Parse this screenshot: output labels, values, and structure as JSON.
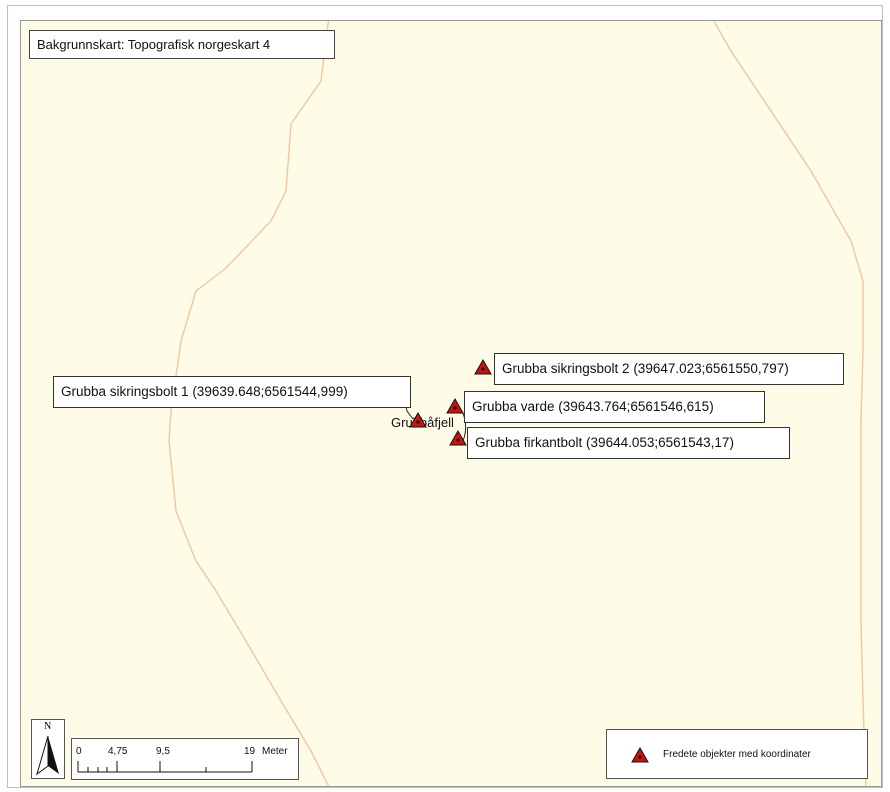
{
  "map": {
    "basemap_label": "Bakgrunnskart: Topografisk norgeskart  4",
    "place_label": "Grubbåfjell",
    "contour_color": "#f0c7a0",
    "background_color": "#fefbe6"
  },
  "objects": [
    {
      "name": "Grubba sikringsbolt 1",
      "label": "Grubba sikringsbolt 1 (39639.648;6561544,999)"
    },
    {
      "name": "Grubba sikringsbolt 2",
      "label": "Grubba sikringsbolt 2 (39647.023;6561550,797)"
    },
    {
      "name": "Grubba varde",
      "label": "Grubba varde (39643.764;6561546,615)"
    },
    {
      "name": "Grubba firkantbolt",
      "label": "Grubba firkantbolt (39644.053;6561543,17)"
    }
  ],
  "marker": {
    "icon": "red-triangle-icon",
    "color": "#cc1111"
  },
  "north_arrow": {
    "label": "N",
    "icon": "north-arrow-icon"
  },
  "scale_bar": {
    "ticks": [
      "0",
      "4,75",
      "9,5",
      "19"
    ],
    "unit": "Meter"
  },
  "legend": {
    "entry": "Fredete objekter med koordinater",
    "icon": "red-triangle-icon"
  }
}
